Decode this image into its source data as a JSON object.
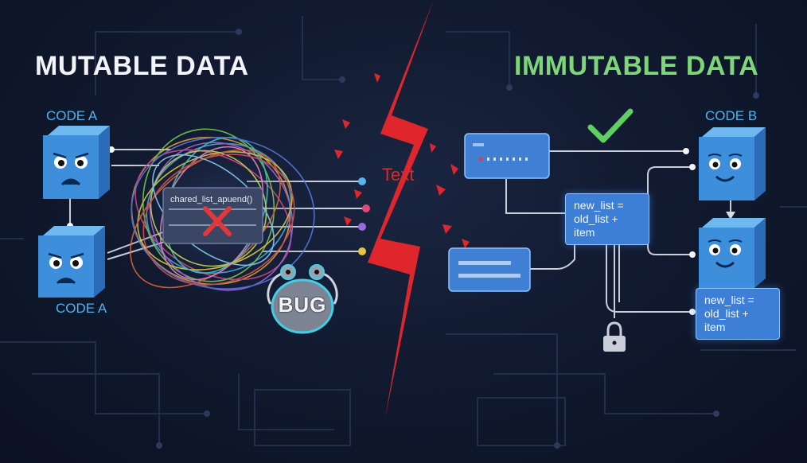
{
  "left": {
    "title": "MUTABLE DATA",
    "code_top": "CODE A",
    "code_bottom": "CODE A",
    "shared_label": "chared_list_apuend()",
    "bug": "BUG"
  },
  "middle": {
    "label": "Text"
  },
  "right": {
    "title": "IMMUTABLE DATA",
    "code_top": "CODE B",
    "box1_line1": "new_list =",
    "box1_line2": "old_list + item",
    "box2_line1": "new_list =",
    "box2_line2": "old_list + item"
  },
  "colors": {
    "background": "#111a30",
    "cube_blue": "#3d8fdc",
    "code_label": "#4fb3ee",
    "mutable_title": "#f2f4f8",
    "immutable_title": "#7fd67a",
    "lightning": "#e0262d",
    "cross": "#e2383a",
    "check": "#5fcf62"
  },
  "icons": [
    "sad-cube-icon",
    "happy-cube-icon",
    "tangle-wires",
    "red-x-icon",
    "bug-icon",
    "lightning-bolt",
    "check-icon",
    "lock-icon"
  ]
}
